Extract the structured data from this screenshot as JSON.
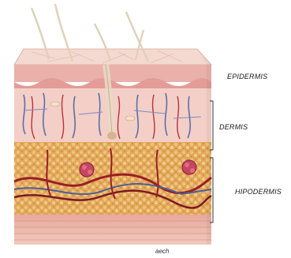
{
  "labels": {
    "epidermis": "EPIDERMIS",
    "dermis": "DERMIS",
    "hipodermis": "HIPODERMIS"
  },
  "credit": "aech",
  "colors": {
    "epidermis_surface": "#f4d9d1",
    "epidermis_layer": "#e9a9a4",
    "dermis": "#f3cfc7",
    "hypodermis_fat": "#d99a4a",
    "muscle_base": "#eab6a8",
    "vessel_red": "#a3232a",
    "vessel_blue": "#5d6fa8",
    "hair": "#e8d9c4",
    "bracket": "#333333"
  }
}
